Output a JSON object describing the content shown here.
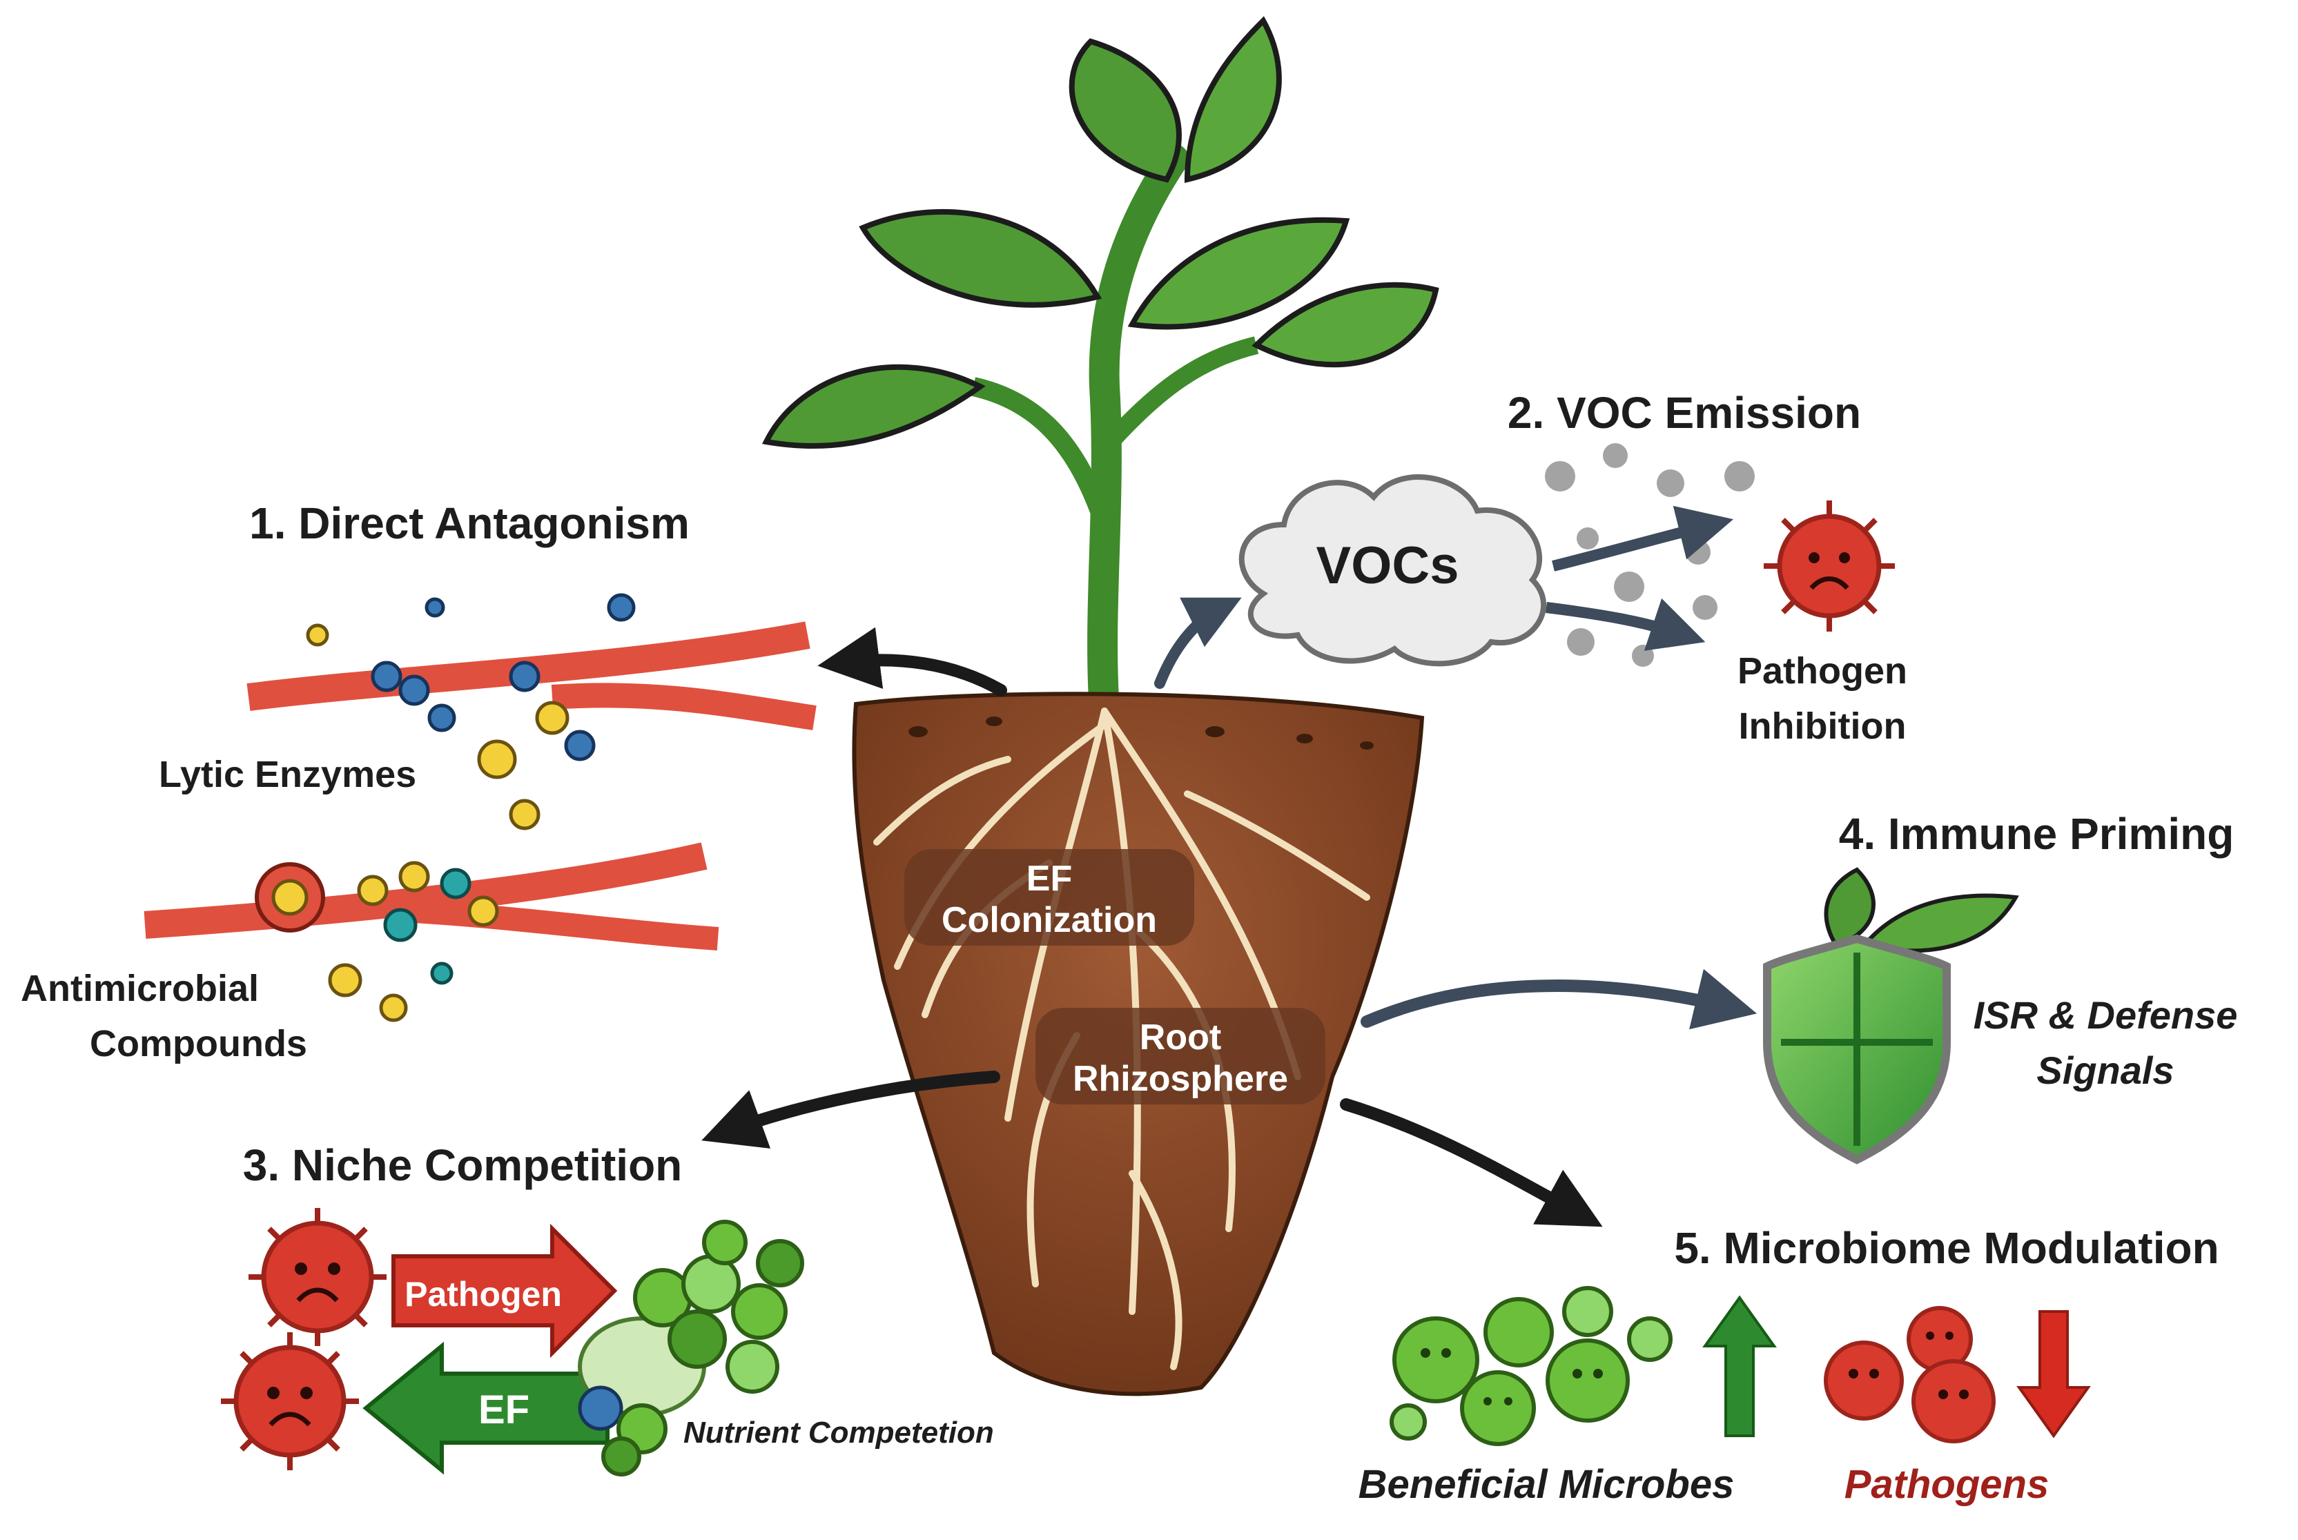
{
  "center": {
    "colonization_label_line1": "EF",
    "colonization_label_line2": "Colonization",
    "rhizosphere_label_line1": "Root",
    "rhizosphere_label_line2": "Rhizosphere"
  },
  "direct_antagonism": {
    "title": "1. Direct Antagonism",
    "lytic_label": "Lytic Enzymes",
    "antimicrobial_label_line1": "Antimicrobial",
    "antimicrobial_label_line2": "Compounds"
  },
  "voc_emission": {
    "title": "2. VOC Emission",
    "cloud_label": "VOCs",
    "result_line1": "Pathogen",
    "result_line2": "Inhibition"
  },
  "niche_competition": {
    "title": "3. Niche Competition",
    "pathogen_arrow_label": "Pathogen",
    "ef_arrow_label": "EF",
    "nutrient_label": "Nutrient Competetion"
  },
  "immune_priming": {
    "title": "4. Immune Priming",
    "signal_line1": "ISR & Defense",
    "signal_line2": "Signals"
  },
  "microbiome_modulation": {
    "title": "5. Microbiome Modulation",
    "beneficial_label": "Beneficial Microbes",
    "pathogen_label": "Pathogens"
  },
  "colors": {
    "leaf": "#4f9a35",
    "soil": "#8b4a2b",
    "hypha": "#e0503f",
    "pathogen": "#d83a2e",
    "beneficial": "#6cbf3a",
    "arrow_dark": "#1a1a1a",
    "arrow_slate": "#3d4b5c",
    "up_arrow": "#2e8a2e",
    "down_arrow": "#d62b20"
  }
}
